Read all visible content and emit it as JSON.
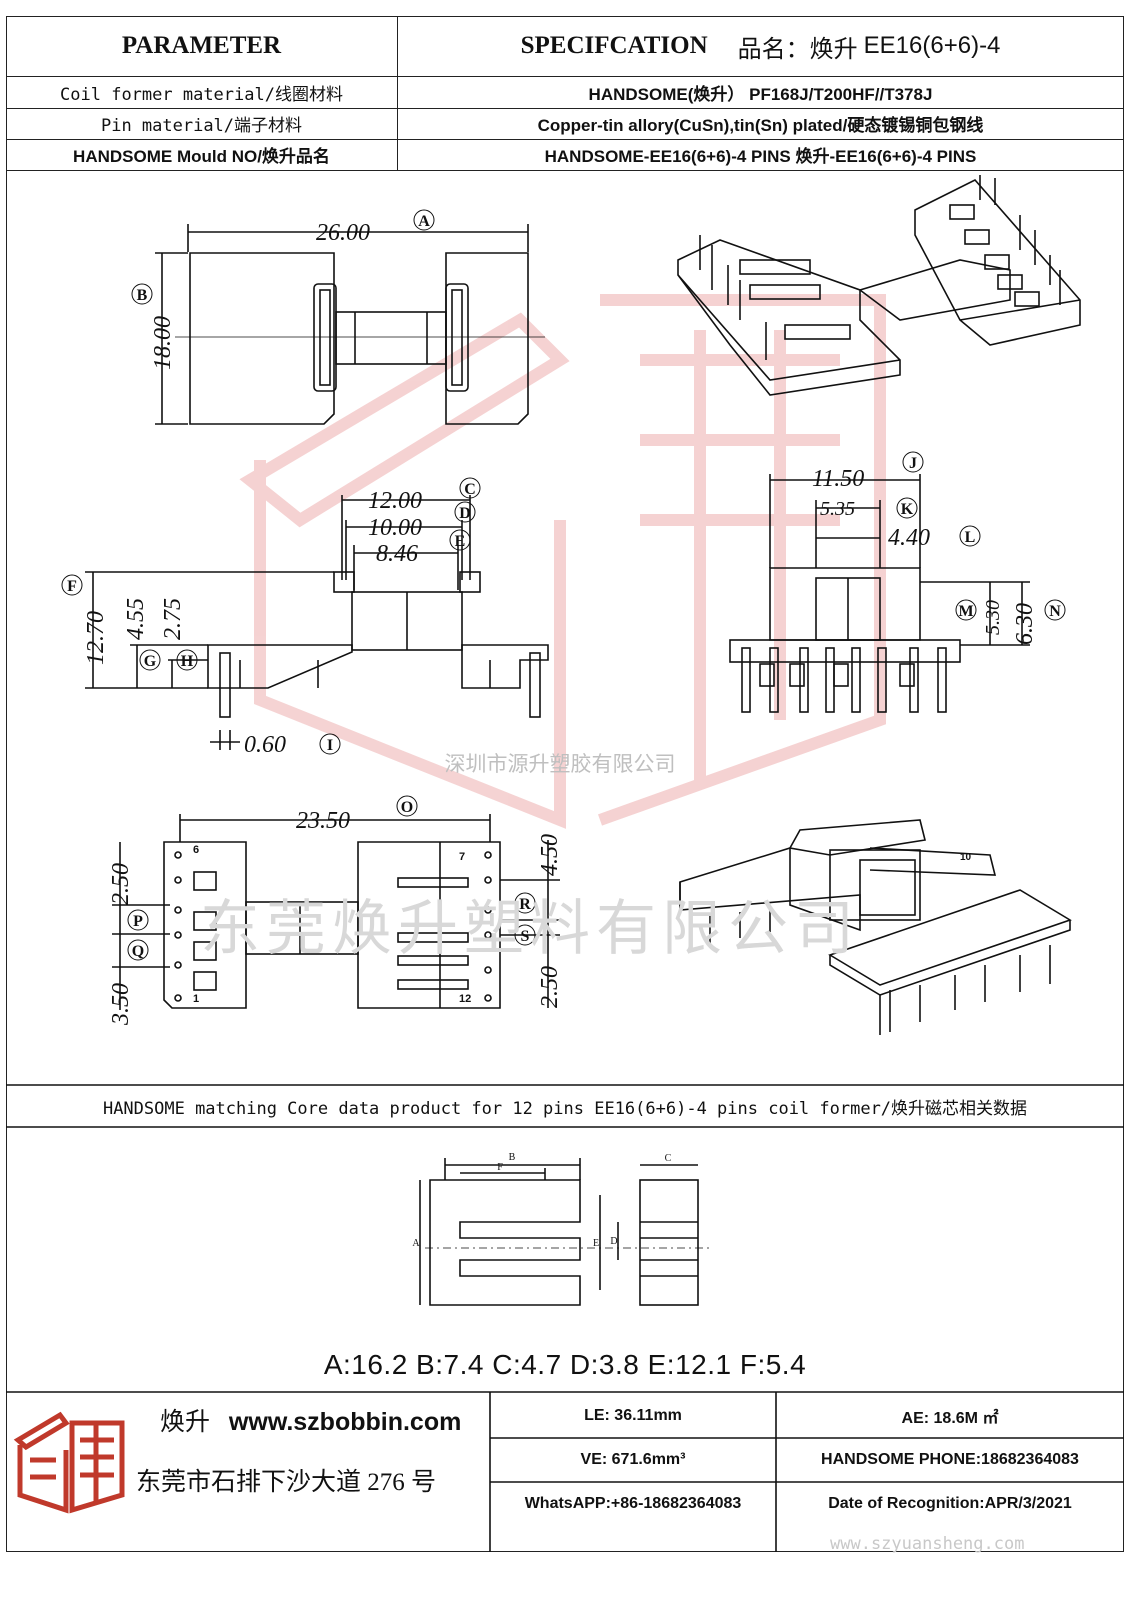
{
  "header": {
    "parameter": "PARAMETER",
    "spec_label": "SPECIFCATION",
    "name_label": "品名：焕升",
    "part": "EE16(6+6)-4"
  },
  "rows": [
    {
      "label": "Coil former material/线圈材料",
      "value": "HANDSOME(焕升）  PF168J/T200HF//T378J"
    },
    {
      "label": "Pin material/端子材料",
      "value": "Copper-tin allory(CuSn),tin(Sn) plated/硬态镀锡铜包钢线"
    },
    {
      "label": "HANDSOME Mould NO/焕升品名",
      "value": "HANDSOME-EE16(6+6)-4 PINS    焕升-EE16(6+6)-4 PINS"
    }
  ],
  "dimensions": {
    "A": "26.00",
    "B": "18.00",
    "C": "12.00",
    "D": "10.00",
    "E": "8.46",
    "F": "12.70",
    "G": "4.55",
    "H": "2.75",
    "I": "0.60",
    "J": "11.50",
    "K": "5.35",
    "L": "4.40",
    "M": "5.30",
    "N": "6.30",
    "O": "23.50",
    "P": "2.50",
    "Q": "3.50",
    "R": "4.50",
    "S": "2.50"
  },
  "pin_labels": {
    "p1": "1",
    "p6": "6",
    "p7": "7",
    "p12": "12",
    "p10": "10"
  },
  "watermarks": {
    "company_cn": "深圳市源升塑胶有限公司",
    "company_big": "东莞焕升塑料有限公司",
    "website": "www.szyuansheng.com"
  },
  "core_section": {
    "title": "HANDSOME matching Core data  product for 12 pins EE16(6+6)-4 pins coil former/焕升磁芯相关数据",
    "core_labels": {
      "a": "A",
      "b": "B",
      "c": "C",
      "d": "D",
      "e": "E",
      "f": "F"
    },
    "values_line": "A:16.2 B:7.4 C:4.7 D:3.8 E:12.1 F:5.4"
  },
  "footer": {
    "brand": "焕升",
    "website": "www.szbobbin.com",
    "address": "东莞市石排下沙大道 276 号",
    "le": "LE:    36.11mm",
    "ae": "AE: 18.6M ㎡",
    "ve": "VE:    671.6mm³",
    "phone": "HANDSOME PHONE:18682364083",
    "whatsapp": "WhatsAPP:+86-18682364083",
    "date": "Date of Recognition:APR/3/2021"
  },
  "colors": {
    "line": "#222222",
    "watermark": "#e8a3a3",
    "logo_red": "#c0392b"
  }
}
